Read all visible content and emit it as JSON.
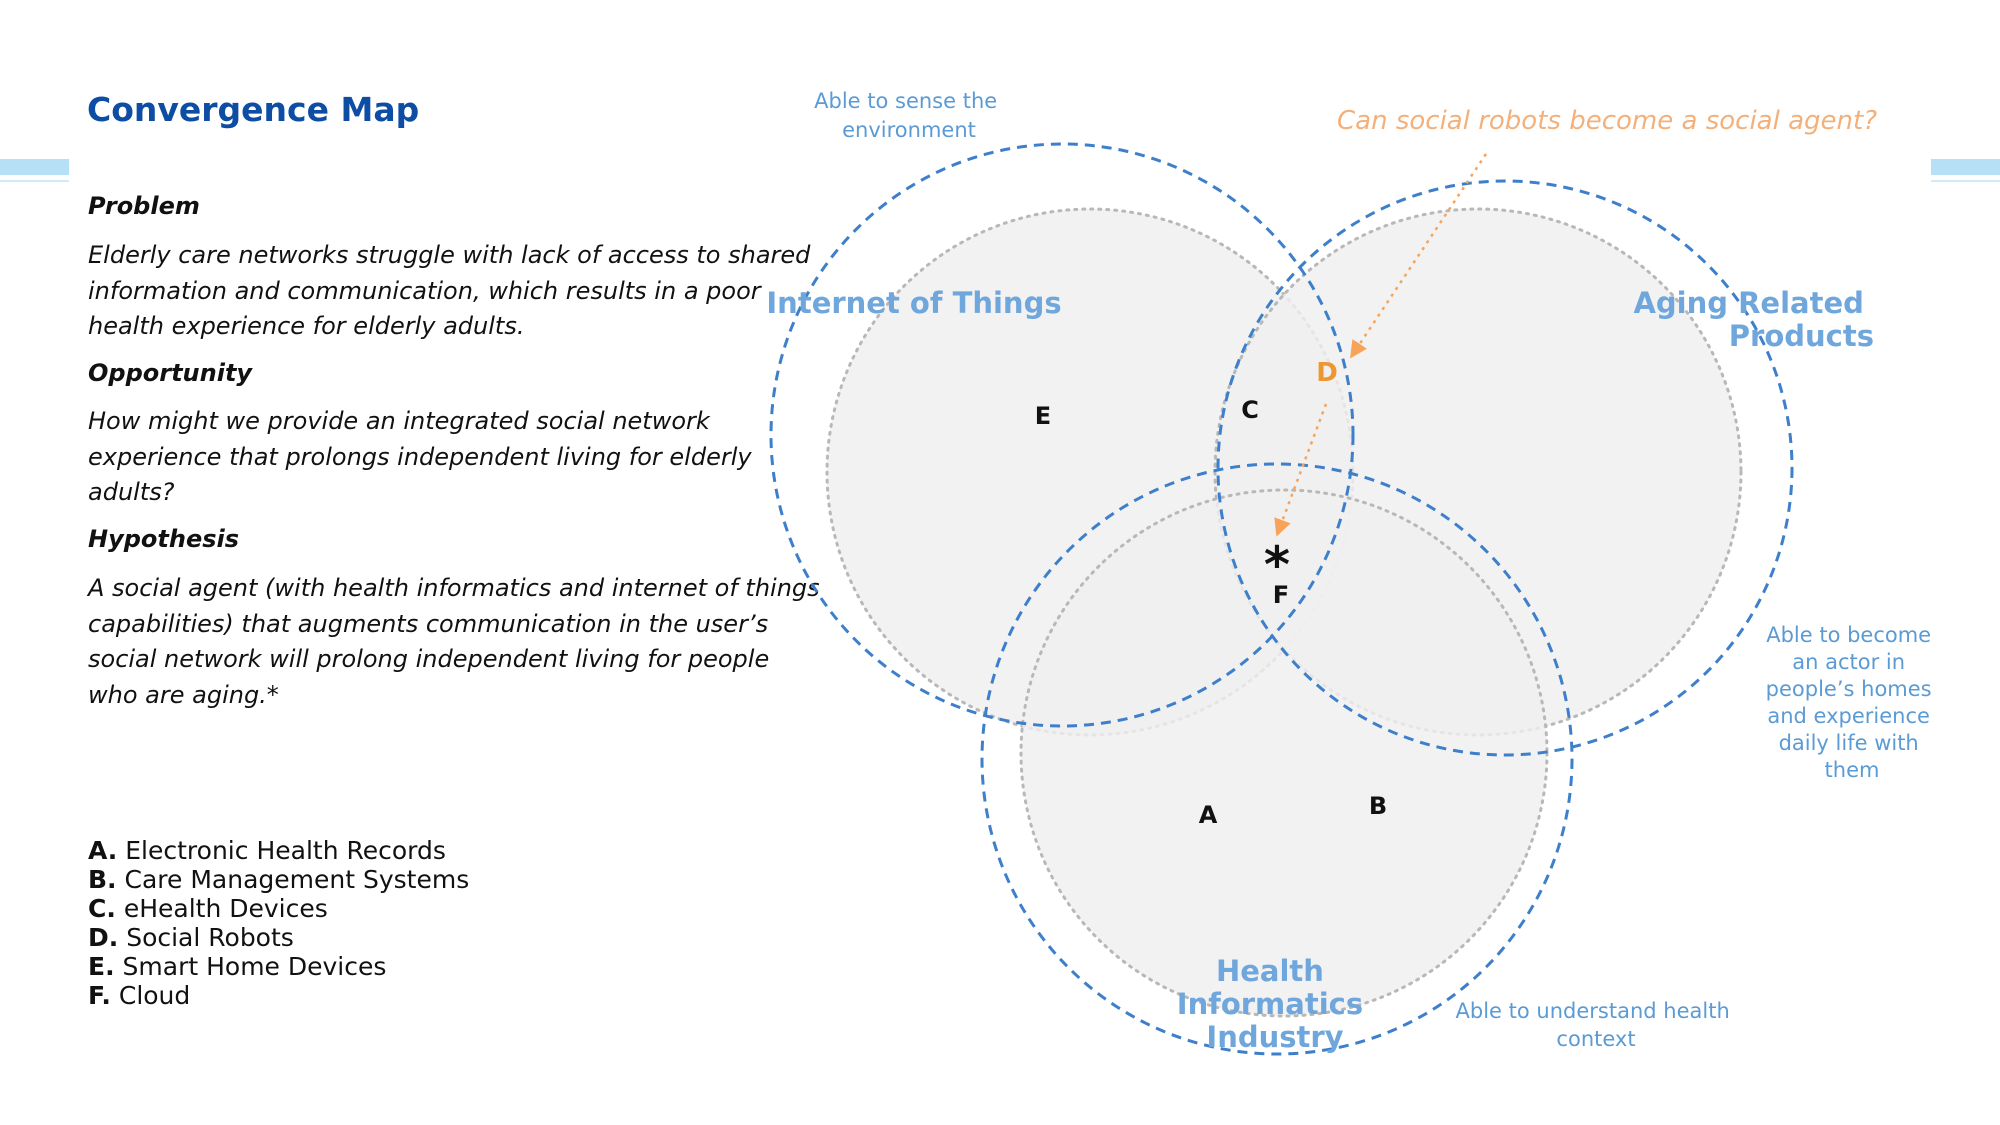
{
  "title": "Convergence Map",
  "problem": {
    "heading": "Problem",
    "lines": [
      "Elderly care networks struggle with lack of access to shared",
      "information and communication, which results in a poor",
      "health experience for elderly adults."
    ]
  },
  "opportunity": {
    "heading": "Opportunity",
    "lines": [
      "How might we provide an integrated social network",
      "experience that prolongs independent living for elderly",
      "adults?"
    ]
  },
  "hypothesis": {
    "heading": "Hypothesis",
    "lines": [
      "A social agent (with health informatics and internet of things",
      "capabilities) that augments communication in the user’s",
      "social network will prolong independent living for people",
      "who are aging.*"
    ]
  },
  "legend": [
    {
      "key": "A.",
      "label": "Electronic Health Records"
    },
    {
      "key": "B.",
      "label": "Care Management Systems"
    },
    {
      "key": "C.",
      "label": "eHealth Devices"
    },
    {
      "key": "D.",
      "label": "Social Robots"
    },
    {
      "key": "E.",
      "label": "Smart Home Devices"
    },
    {
      "key": "F.",
      "label": "Cloud"
    }
  ],
  "diagram": {
    "circle_titles": {
      "iot": "Internet of Things",
      "aging": [
        "Aging Related",
        "Products"
      ],
      "health": [
        "Health",
        "Informatics",
        "Industry"
      ]
    },
    "annotations": {
      "sense": [
        "Able to sense the",
        "environment"
      ],
      "actor": [
        "Able to become",
        "an actor in",
        "people’s homes",
        "and experience",
        "daily life with",
        "them"
      ],
      "health_context": [
        "Able to understand health",
        "context"
      ]
    },
    "question": "Can social robots become a social agent?",
    "point_labels": {
      "A": "A",
      "B": "B",
      "C": "C",
      "D": "D",
      "E": "E",
      "F": "F",
      "star": "*"
    }
  },
  "colors": {
    "title": "#0e4da4",
    "circle_label": "#6fa6dc",
    "annotation": "#5b9bd5",
    "dashed_circle": "#3d7fcb",
    "question": "#f4b07a",
    "arrow": "#f7a45a",
    "point_d": "#ee9630",
    "circle_fill": "#efefef",
    "dotted_circle": "#b8b8b8"
  }
}
